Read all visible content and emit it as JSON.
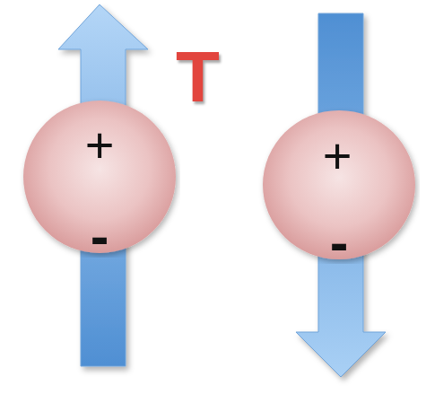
{
  "diagram": {
    "nodes": [
      {
        "text": [
          "+",
          "-"
        ]
      },
      {
        "text": [
          "+",
          "-"
        ]
      }
    ],
    "labels": [
      "T"
    ]
  }
}
